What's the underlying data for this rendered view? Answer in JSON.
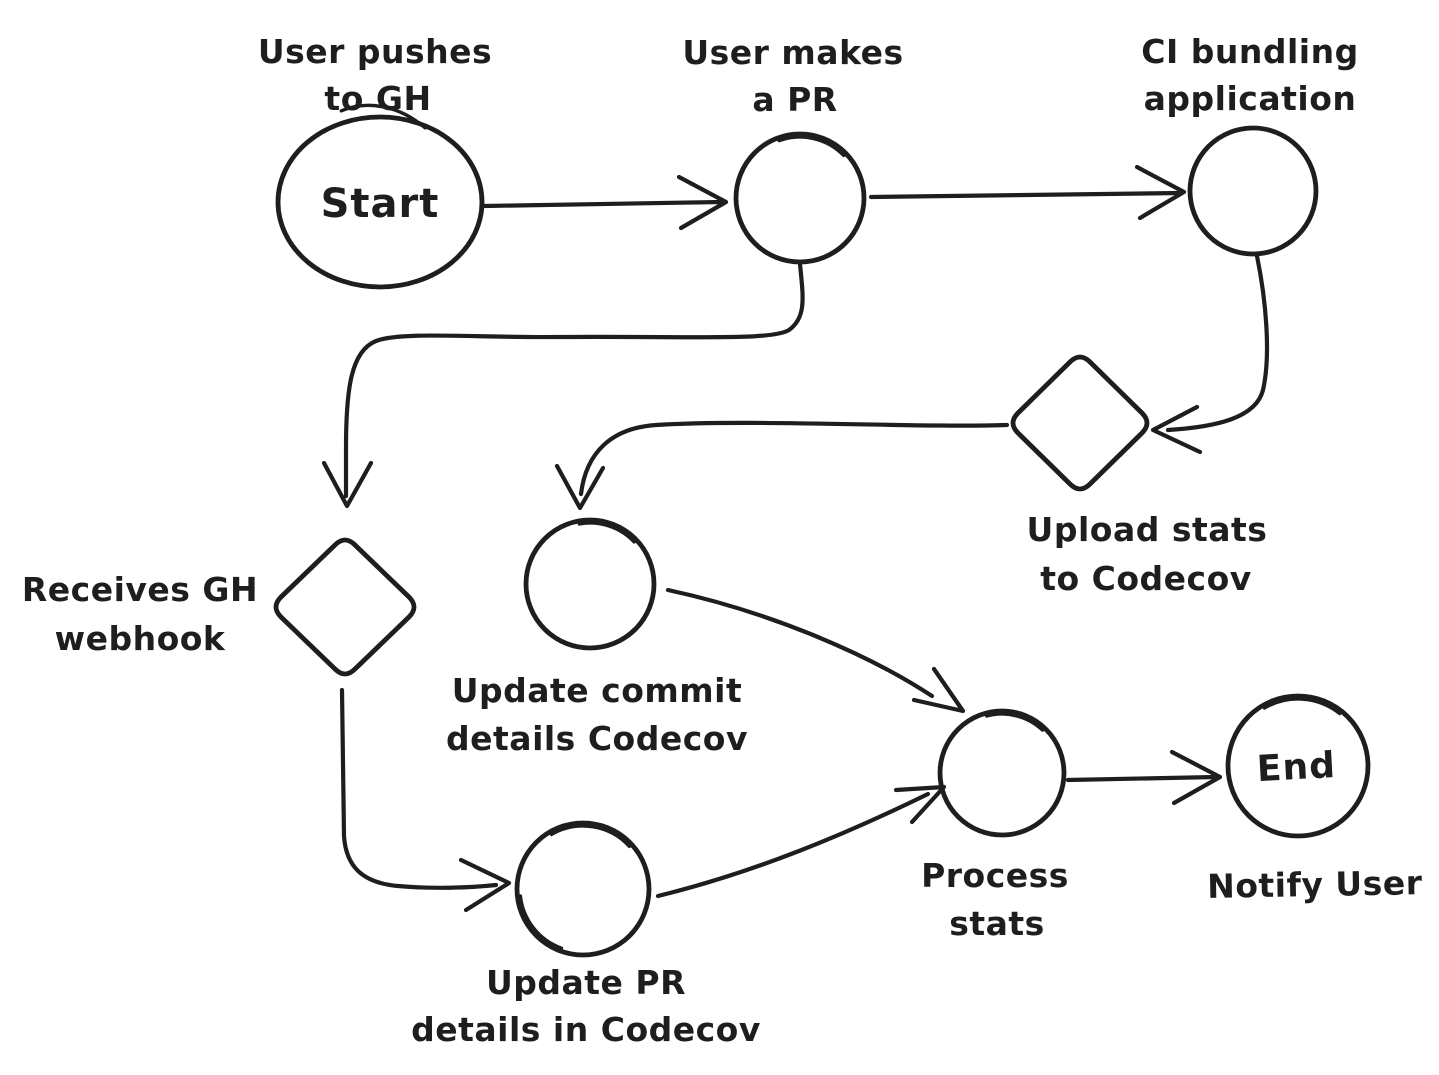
{
  "diagram": {
    "background": "#ffffff",
    "ink_color": "#1e1e1e",
    "nodes": [
      {
        "id": "start",
        "shape": "ellipse",
        "inner_text": "Start",
        "label_lines": [
          "User pushes",
          "to GH"
        ]
      },
      {
        "id": "user-makes-pr",
        "shape": "circle",
        "inner_text": "",
        "label_lines": [
          "User makes",
          "a PR"
        ]
      },
      {
        "id": "ci-bundling",
        "shape": "circle",
        "inner_text": "",
        "label_lines": [
          "CI bundling",
          "application"
        ]
      },
      {
        "id": "upload-stats",
        "shape": "diamond",
        "inner_text": "",
        "label_lines": [
          "Upload stats",
          "to Codecov"
        ]
      },
      {
        "id": "receives-webhook",
        "shape": "diamond",
        "inner_text": "",
        "label_lines": [
          "Receives GH",
          "webhook"
        ]
      },
      {
        "id": "update-commit",
        "shape": "circle",
        "inner_text": "",
        "label_lines": [
          "Update commit",
          "details Codecov"
        ]
      },
      {
        "id": "update-pr",
        "shape": "circle",
        "inner_text": "",
        "label_lines": [
          "Update PR",
          "details in Codecov"
        ]
      },
      {
        "id": "process-stats",
        "shape": "circle",
        "inner_text": "",
        "label_lines": [
          "Process",
          "stats"
        ]
      },
      {
        "id": "end",
        "shape": "circle",
        "inner_text": "End",
        "label_lines": [
          "Notify User"
        ]
      }
    ],
    "edges": [
      {
        "from": "start",
        "to": "user-makes-pr"
      },
      {
        "from": "user-makes-pr",
        "to": "ci-bundling"
      },
      {
        "from": "ci-bundling",
        "to": "upload-stats"
      },
      {
        "from": "user-makes-pr",
        "to": "receives-webhook"
      },
      {
        "from": "upload-stats",
        "to": "update-commit"
      },
      {
        "from": "receives-webhook",
        "to": "update-pr"
      },
      {
        "from": "update-commit",
        "to": "process-stats"
      },
      {
        "from": "update-pr",
        "to": "process-stats"
      },
      {
        "from": "process-stats",
        "to": "end"
      }
    ]
  }
}
